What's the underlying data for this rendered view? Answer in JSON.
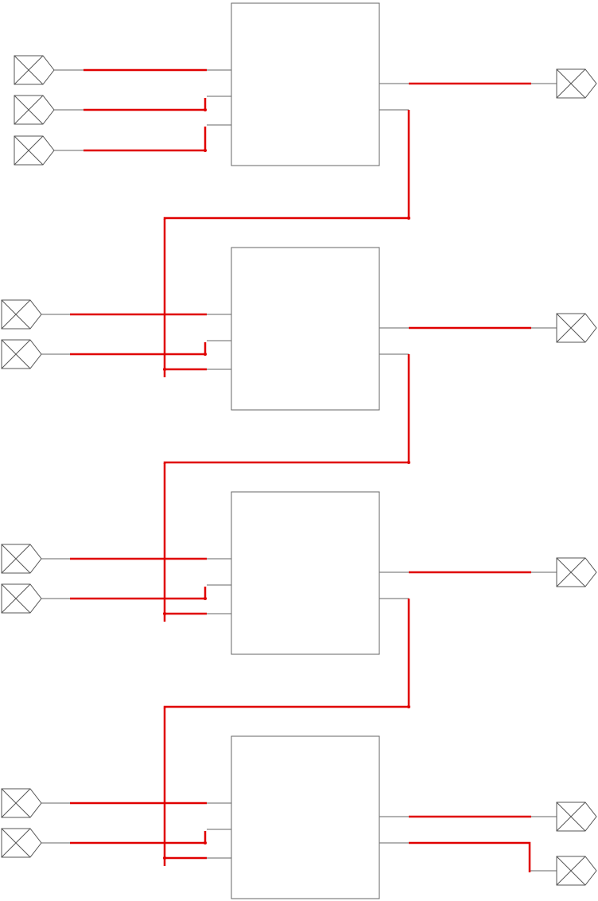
{
  "colors": {
    "wire": "#e00000",
    "block_border": "#666666",
    "port_border": "#555555",
    "background": "#ffffff"
  },
  "stages": [
    {
      "id": "stage-1",
      "input_ports": 3,
      "output_ports": 1,
      "carry_in": false,
      "carry_out": true
    },
    {
      "id": "stage-2",
      "input_ports": 2,
      "output_ports": 1,
      "carry_in": true,
      "carry_out": true
    },
    {
      "id": "stage-3",
      "input_ports": 2,
      "output_ports": 1,
      "carry_in": true,
      "carry_out": true
    },
    {
      "id": "stage-4",
      "input_ports": 2,
      "output_ports": 2,
      "carry_in": true,
      "carry_out": false
    }
  ]
}
